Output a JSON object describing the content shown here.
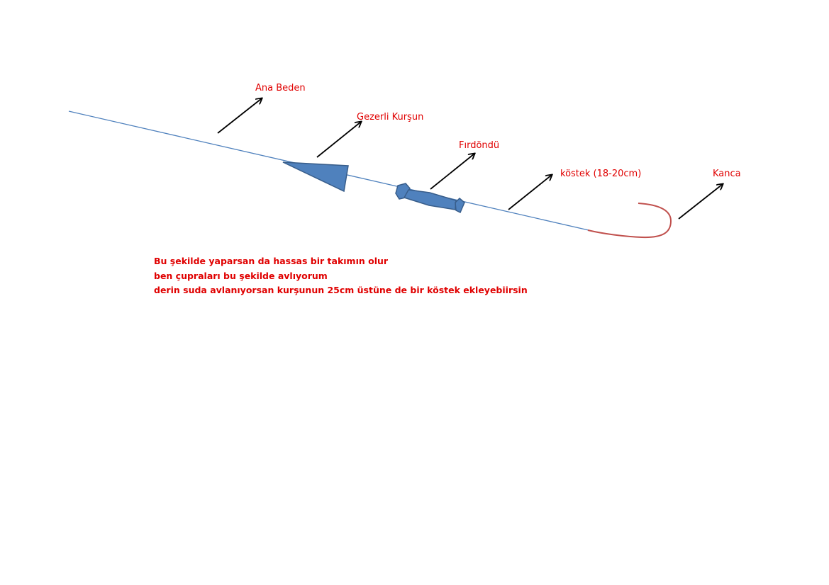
{
  "labels": {
    "main_line": "Ana Beden",
    "sliding_sinker": "Gezerli Kurşun",
    "swivel": "Fırdöndü",
    "leader": "köstek (18-20cm)",
    "hook": "Kanca"
  },
  "note_lines": [
    "Bu şekilde yaparsan da hassas bir takımın olur",
    "ben çupraları bu şekilde avlıyorum",
    "derin suda avlanıyorsan kurşunun 25cm üstüne de bir köstek ekleyebiirsin"
  ],
  "colors": {
    "line": "#4f81bd",
    "shape_fill": "#4f81bd",
    "shape_stroke": "#385d8a",
    "hook": "#c0504d",
    "label_text": "#e00000",
    "note_text": "#e00000",
    "arrow": "#000000"
  }
}
